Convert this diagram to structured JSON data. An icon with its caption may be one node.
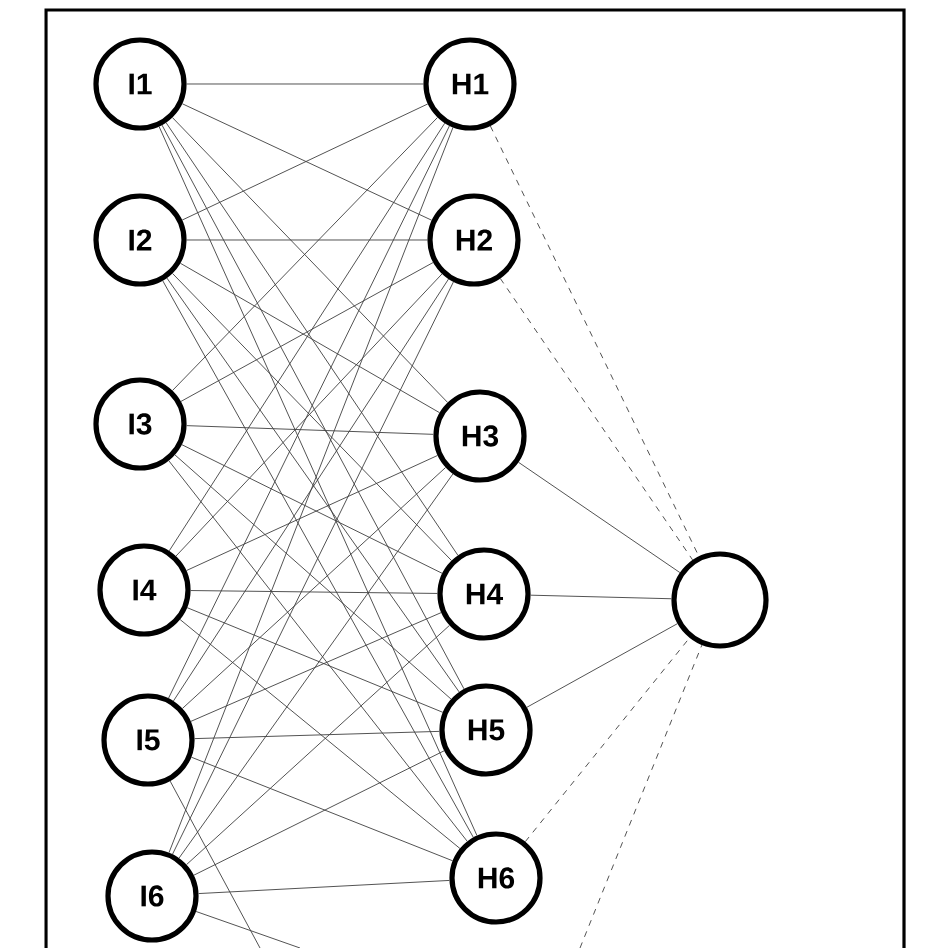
{
  "diagram": {
    "nodes": [
      {
        "text": [
          "I1"
        ]
      },
      {
        "text": [
          "I2"
        ]
      },
      {
        "text": [
          "I3"
        ]
      },
      {
        "text": [
          "I4"
        ]
      },
      {
        "text": [
          "I5"
        ]
      },
      {
        "text": [
          "I6"
        ]
      },
      {
        "text": [
          "H1"
        ]
      },
      {
        "text": [
          "H2"
        ]
      },
      {
        "text": [
          "H3"
        ]
      },
      {
        "text": [
          "H4"
        ]
      },
      {
        "text": [
          "H5"
        ]
      },
      {
        "text": [
          "H6"
        ]
      },
      {
        "text": [],
        "shape": "circle"
      }
    ],
    "edges": [
      {
        "from": 0,
        "to": 6,
        "arrow": "none"
      },
      {
        "from": 0,
        "to": 7,
        "arrow": "none"
      },
      {
        "from": 0,
        "to": 8,
        "arrow": "none"
      },
      {
        "from": 0,
        "to": 9,
        "arrow": "none"
      },
      {
        "from": 0,
        "to": 10,
        "arrow": "none"
      },
      {
        "from": 0,
        "to": 11,
        "arrow": "none"
      },
      {
        "from": 1,
        "to": 6,
        "arrow": "none"
      },
      {
        "from": 1,
        "to": 7,
        "arrow": "none"
      },
      {
        "from": 1,
        "to": 8,
        "arrow": "none"
      },
      {
        "from": 1,
        "to": 9,
        "arrow": "none"
      },
      {
        "from": 1,
        "to": 10,
        "arrow": "none"
      },
      {
        "from": 1,
        "to": 11,
        "arrow": "none"
      },
      {
        "from": 2,
        "to": 6,
        "arrow": "none"
      },
      {
        "from": 2,
        "to": 7,
        "arrow": "none"
      },
      {
        "from": 2,
        "to": 8,
        "arrow": "none"
      },
      {
        "from": 2,
        "to": 9,
        "arrow": "none"
      },
      {
        "from": 2,
        "to": 10,
        "arrow": "none"
      },
      {
        "from": 2,
        "to": 11,
        "arrow": "none"
      },
      {
        "from": 3,
        "to": 6,
        "arrow": "none"
      },
      {
        "from": 3,
        "to": 7,
        "arrow": "none"
      },
      {
        "from": 3,
        "to": 8,
        "arrow": "none"
      },
      {
        "from": 3,
        "to": 9,
        "arrow": "none"
      },
      {
        "from": 3,
        "to": 10,
        "arrow": "none"
      },
      {
        "from": 3,
        "to": 11,
        "arrow": "none"
      },
      {
        "from": 4,
        "to": 6,
        "arrow": "none"
      },
      {
        "from": 4,
        "to": 7,
        "arrow": "none"
      },
      {
        "from": 4,
        "to": 8,
        "arrow": "none"
      },
      {
        "from": 4,
        "to": 9,
        "arrow": "none"
      },
      {
        "from": 4,
        "to": 10,
        "arrow": "none"
      },
      {
        "from": 4,
        "to": 11,
        "arrow": "none"
      },
      {
        "from": 5,
        "to": 6,
        "arrow": "none"
      },
      {
        "from": 5,
        "to": 7,
        "arrow": "none"
      },
      {
        "from": 5,
        "to": 8,
        "arrow": "none"
      },
      {
        "from": 5,
        "to": 9,
        "arrow": "none"
      },
      {
        "from": 5,
        "to": 10,
        "arrow": "none"
      },
      {
        "from": 5,
        "to": 11,
        "arrow": "none"
      },
      {
        "from": 6,
        "to": 12,
        "arrow": "none",
        "style": "dashed"
      },
      {
        "from": 7,
        "to": 12,
        "arrow": "none",
        "style": "dashed"
      },
      {
        "from": 8,
        "to": 12,
        "arrow": "none"
      },
      {
        "from": 9,
        "to": 12,
        "arrow": "none"
      },
      {
        "from": 10,
        "to": 12,
        "arrow": "none"
      },
      {
        "from": 11,
        "to": 12,
        "arrow": "none",
        "style": "dashed"
      },
      {
        "from": null,
        "to": 12,
        "arrow": "none",
        "style": "dashed"
      },
      {
        "from": 4,
        "to": null,
        "arrow": "none"
      },
      {
        "from": 5,
        "to": null,
        "arrow": "none"
      }
    ]
  }
}
